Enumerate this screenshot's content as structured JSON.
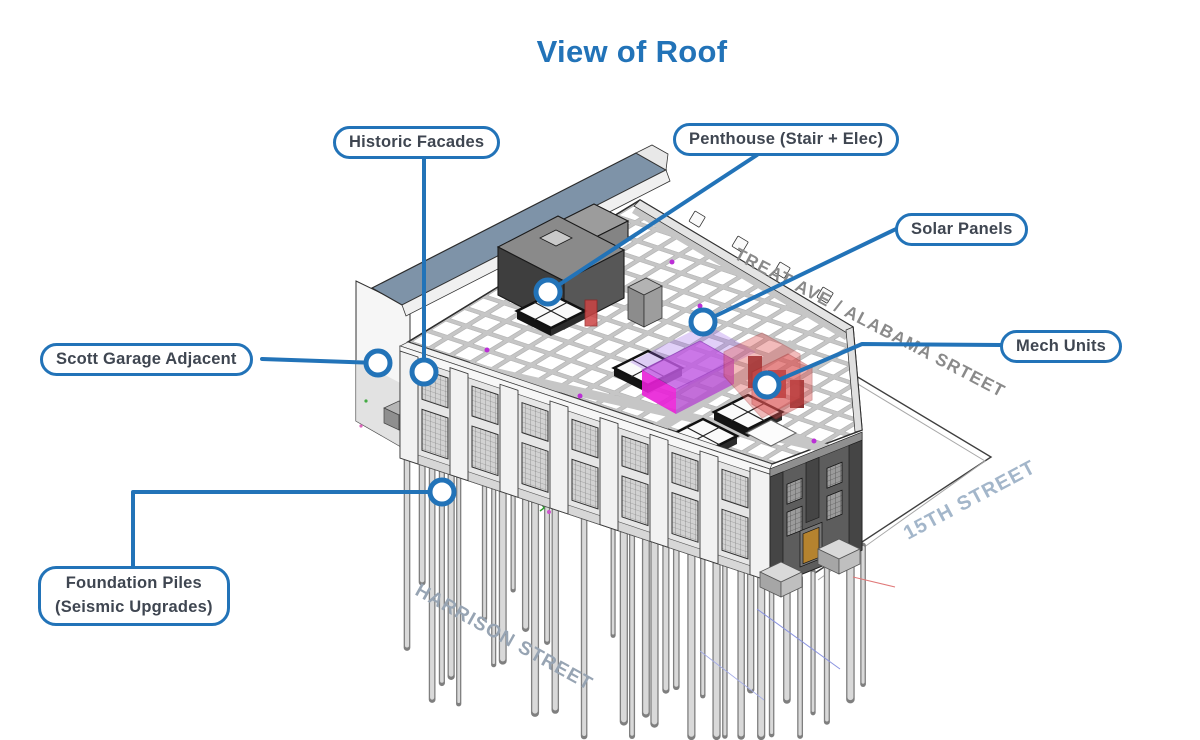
{
  "title": {
    "text": "View of Roof"
  },
  "callouts": [
    {
      "id": "historic-facades",
      "label": "Historic Facades"
    },
    {
      "id": "penthouse",
      "label": "Penthouse (Stair + Elec)"
    },
    {
      "id": "solar-panels",
      "label": "Solar Panels"
    },
    {
      "id": "mech-units",
      "label": "Mech Units"
    },
    {
      "id": "scott-garage",
      "label": "Scott Garage Adjacent"
    },
    {
      "id": "foundation-piles",
      "label": "Foundation Piles (Seismic Upgrades)",
      "lines": [
        "Foundation Piles",
        "(Seismic Upgrades)"
      ]
    }
  ],
  "street_labels": [
    {
      "id": "treat-ave",
      "text": "TREAT AVE / ALABAMA SRTEET"
    },
    {
      "id": "fifteenth-street",
      "text": "15TH STREET"
    },
    {
      "id": "harrison-street",
      "text": "HARRISON STREET"
    }
  ],
  "colors": {
    "accent_blue": "#2273b8",
    "callout_text": "#3f4651",
    "street_gray": "#8a8a8a",
    "street_blue": "#a3b6ca",
    "garage_roof_blue": "#7e93a8",
    "highlight_magenta": "#e91fd7",
    "highlight_red": "#e05858"
  }
}
